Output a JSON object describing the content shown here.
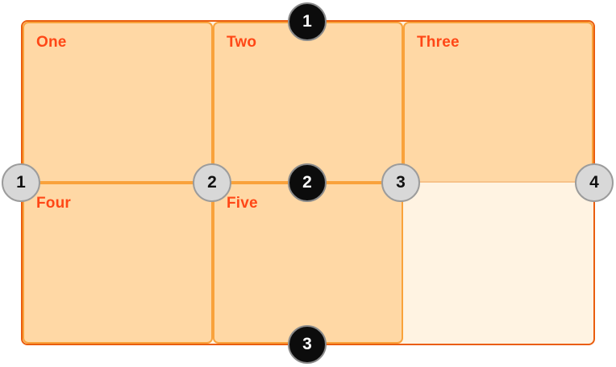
{
  "grid": {
    "cells": [
      {
        "label": "One"
      },
      {
        "label": "Two"
      },
      {
        "label": "Three"
      },
      {
        "label": "Four"
      },
      {
        "label": "Five"
      },
      {
        "label": ""
      }
    ],
    "row_line_markers": [
      "1",
      "2",
      "3"
    ],
    "column_line_markers": [
      "1",
      "2",
      "3",
      "4"
    ]
  },
  "colors": {
    "container-border": "#EA5D0E",
    "container-bg": "#FFF3E2",
    "cell-fill": "#FFD8A5",
    "cell-border": "#F9A23B",
    "cell-border-pale": "#F7C28A",
    "label-color": "#FF4716",
    "row-marker-bg": "#0C0C0C",
    "row-marker-border": "#8A8A8A",
    "row-marker-text": "#FFFFFF",
    "col-marker-bg": "#D8D8D8",
    "col-marker-border": "#9C9C9C",
    "col-marker-text": "#111111"
  }
}
